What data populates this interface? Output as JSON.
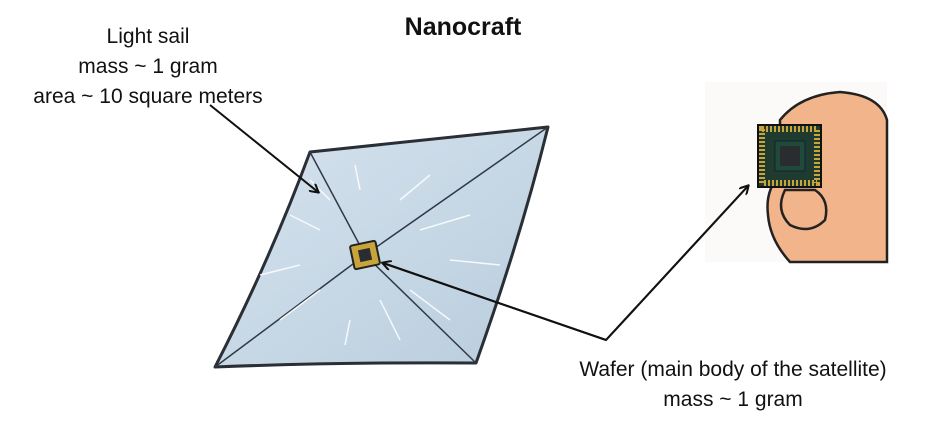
{
  "title": "Nanocraft",
  "sail_label": {
    "line1": "Light sail",
    "line2": "mass ~ 1 gram",
    "line3": "area ~ 10 square meters"
  },
  "wafer_label": {
    "line1": "Wafer (main body of the satellite)",
    "line2": "mass ~ 1 gram"
  },
  "colors": {
    "sail": "#c9d9e6",
    "sail_edge": "#2a2f35",
    "chip_gold": "#c9a43a",
    "hand": "#f2b48a",
    "chip_green": "#1f4a3a"
  }
}
